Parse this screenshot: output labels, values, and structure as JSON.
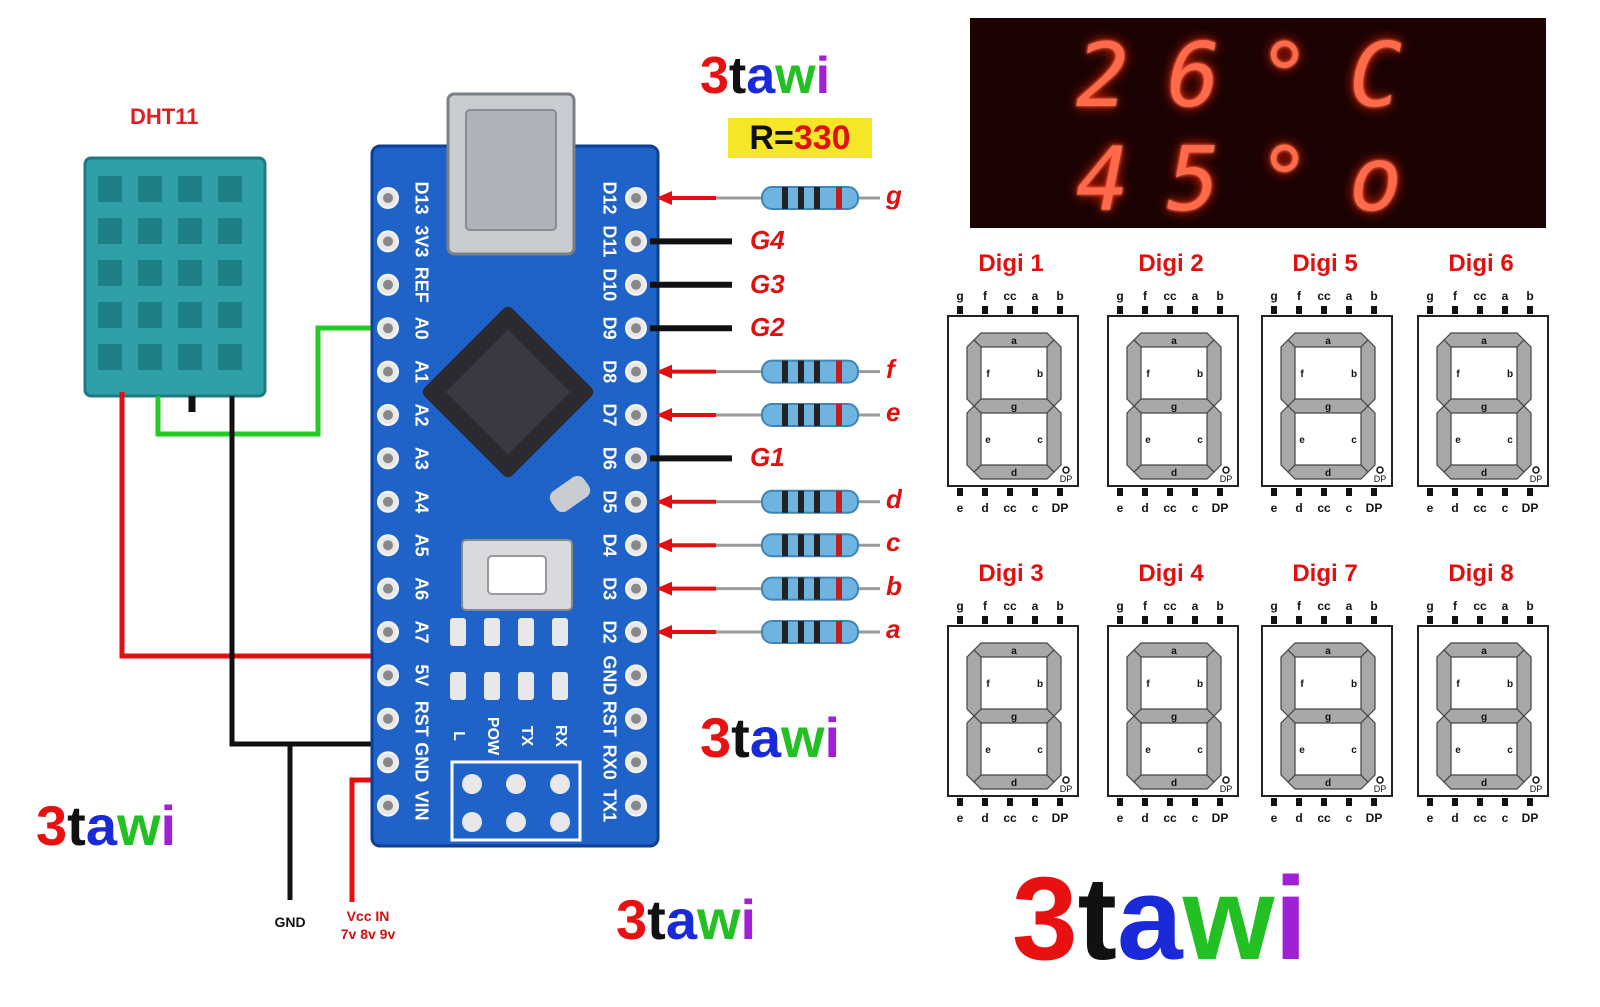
{
  "brand": {
    "name": "3tawi",
    "letters": [
      "3",
      "t",
      "a",
      "w",
      "i"
    ],
    "colors": [
      "#e81010",
      "#111111",
      "#1a2ad8",
      "#22c022",
      "#a020d8"
    ]
  },
  "sensor": {
    "name": "DHT11",
    "color": "#2fa0a8"
  },
  "resistor_note": {
    "key": "R=",
    "value": "330"
  },
  "board": {
    "color": "#1f62c8",
    "left_pins": [
      "D13",
      "3V3",
      "REF",
      "A0",
      "A1",
      "A2",
      "A3",
      "A4",
      "A5",
      "A6",
      "A7",
      "5V",
      "RST",
      "GND",
      "VIN"
    ],
    "right_pins": [
      "D12",
      "D11",
      "D10",
      "D9",
      "D8",
      "D7",
      "D6",
      "D5",
      "D4",
      "D3",
      "D2",
      "GND",
      "RST",
      "RX0",
      "TX1"
    ],
    "leds": [
      "L",
      "POW",
      "TX",
      "RX"
    ]
  },
  "connections": [
    {
      "pin": "D12",
      "label": "g",
      "type": "resistor"
    },
    {
      "pin": "D11",
      "label": "G4",
      "type": "wire"
    },
    {
      "pin": "D10",
      "label": "G3",
      "type": "wire"
    },
    {
      "pin": "D9",
      "label": "G2",
      "type": "wire"
    },
    {
      "pin": "D8",
      "label": "f",
      "type": "resistor"
    },
    {
      "pin": "D7",
      "label": "e",
      "type": "resistor"
    },
    {
      "pin": "D6",
      "label": "G1",
      "type": "wire"
    },
    {
      "pin": "D5",
      "label": "d",
      "type": "resistor"
    },
    {
      "pin": "D4",
      "label": "c",
      "type": "resistor"
    },
    {
      "pin": "D3",
      "label": "b",
      "type": "resistor"
    },
    {
      "pin": "D2",
      "label": "a",
      "type": "resistor"
    }
  ],
  "power": {
    "gnd": "GND",
    "vcc_line1": "Vcc IN",
    "vcc_line2": "7v 8v 9v"
  },
  "display": {
    "line1": "26°C",
    "line2": "45°o"
  },
  "digits": [
    {
      "title": "Digi 1"
    },
    {
      "title": "Digi 2"
    },
    {
      "title": "Digi 5"
    },
    {
      "title": "Digi 6"
    },
    {
      "title": "Digi 3"
    },
    {
      "title": "Digi 4"
    },
    {
      "title": "Digi 7"
    },
    {
      "title": "Digi 8"
    }
  ],
  "segment_pins": {
    "top": [
      "g",
      "f",
      "cc",
      "a",
      "b"
    ],
    "bottom": [
      "e",
      "d",
      "cc",
      "c",
      "DP"
    ],
    "segments": [
      "a",
      "b",
      "c",
      "d",
      "e",
      "f",
      "g"
    ],
    "dp": "DP"
  }
}
